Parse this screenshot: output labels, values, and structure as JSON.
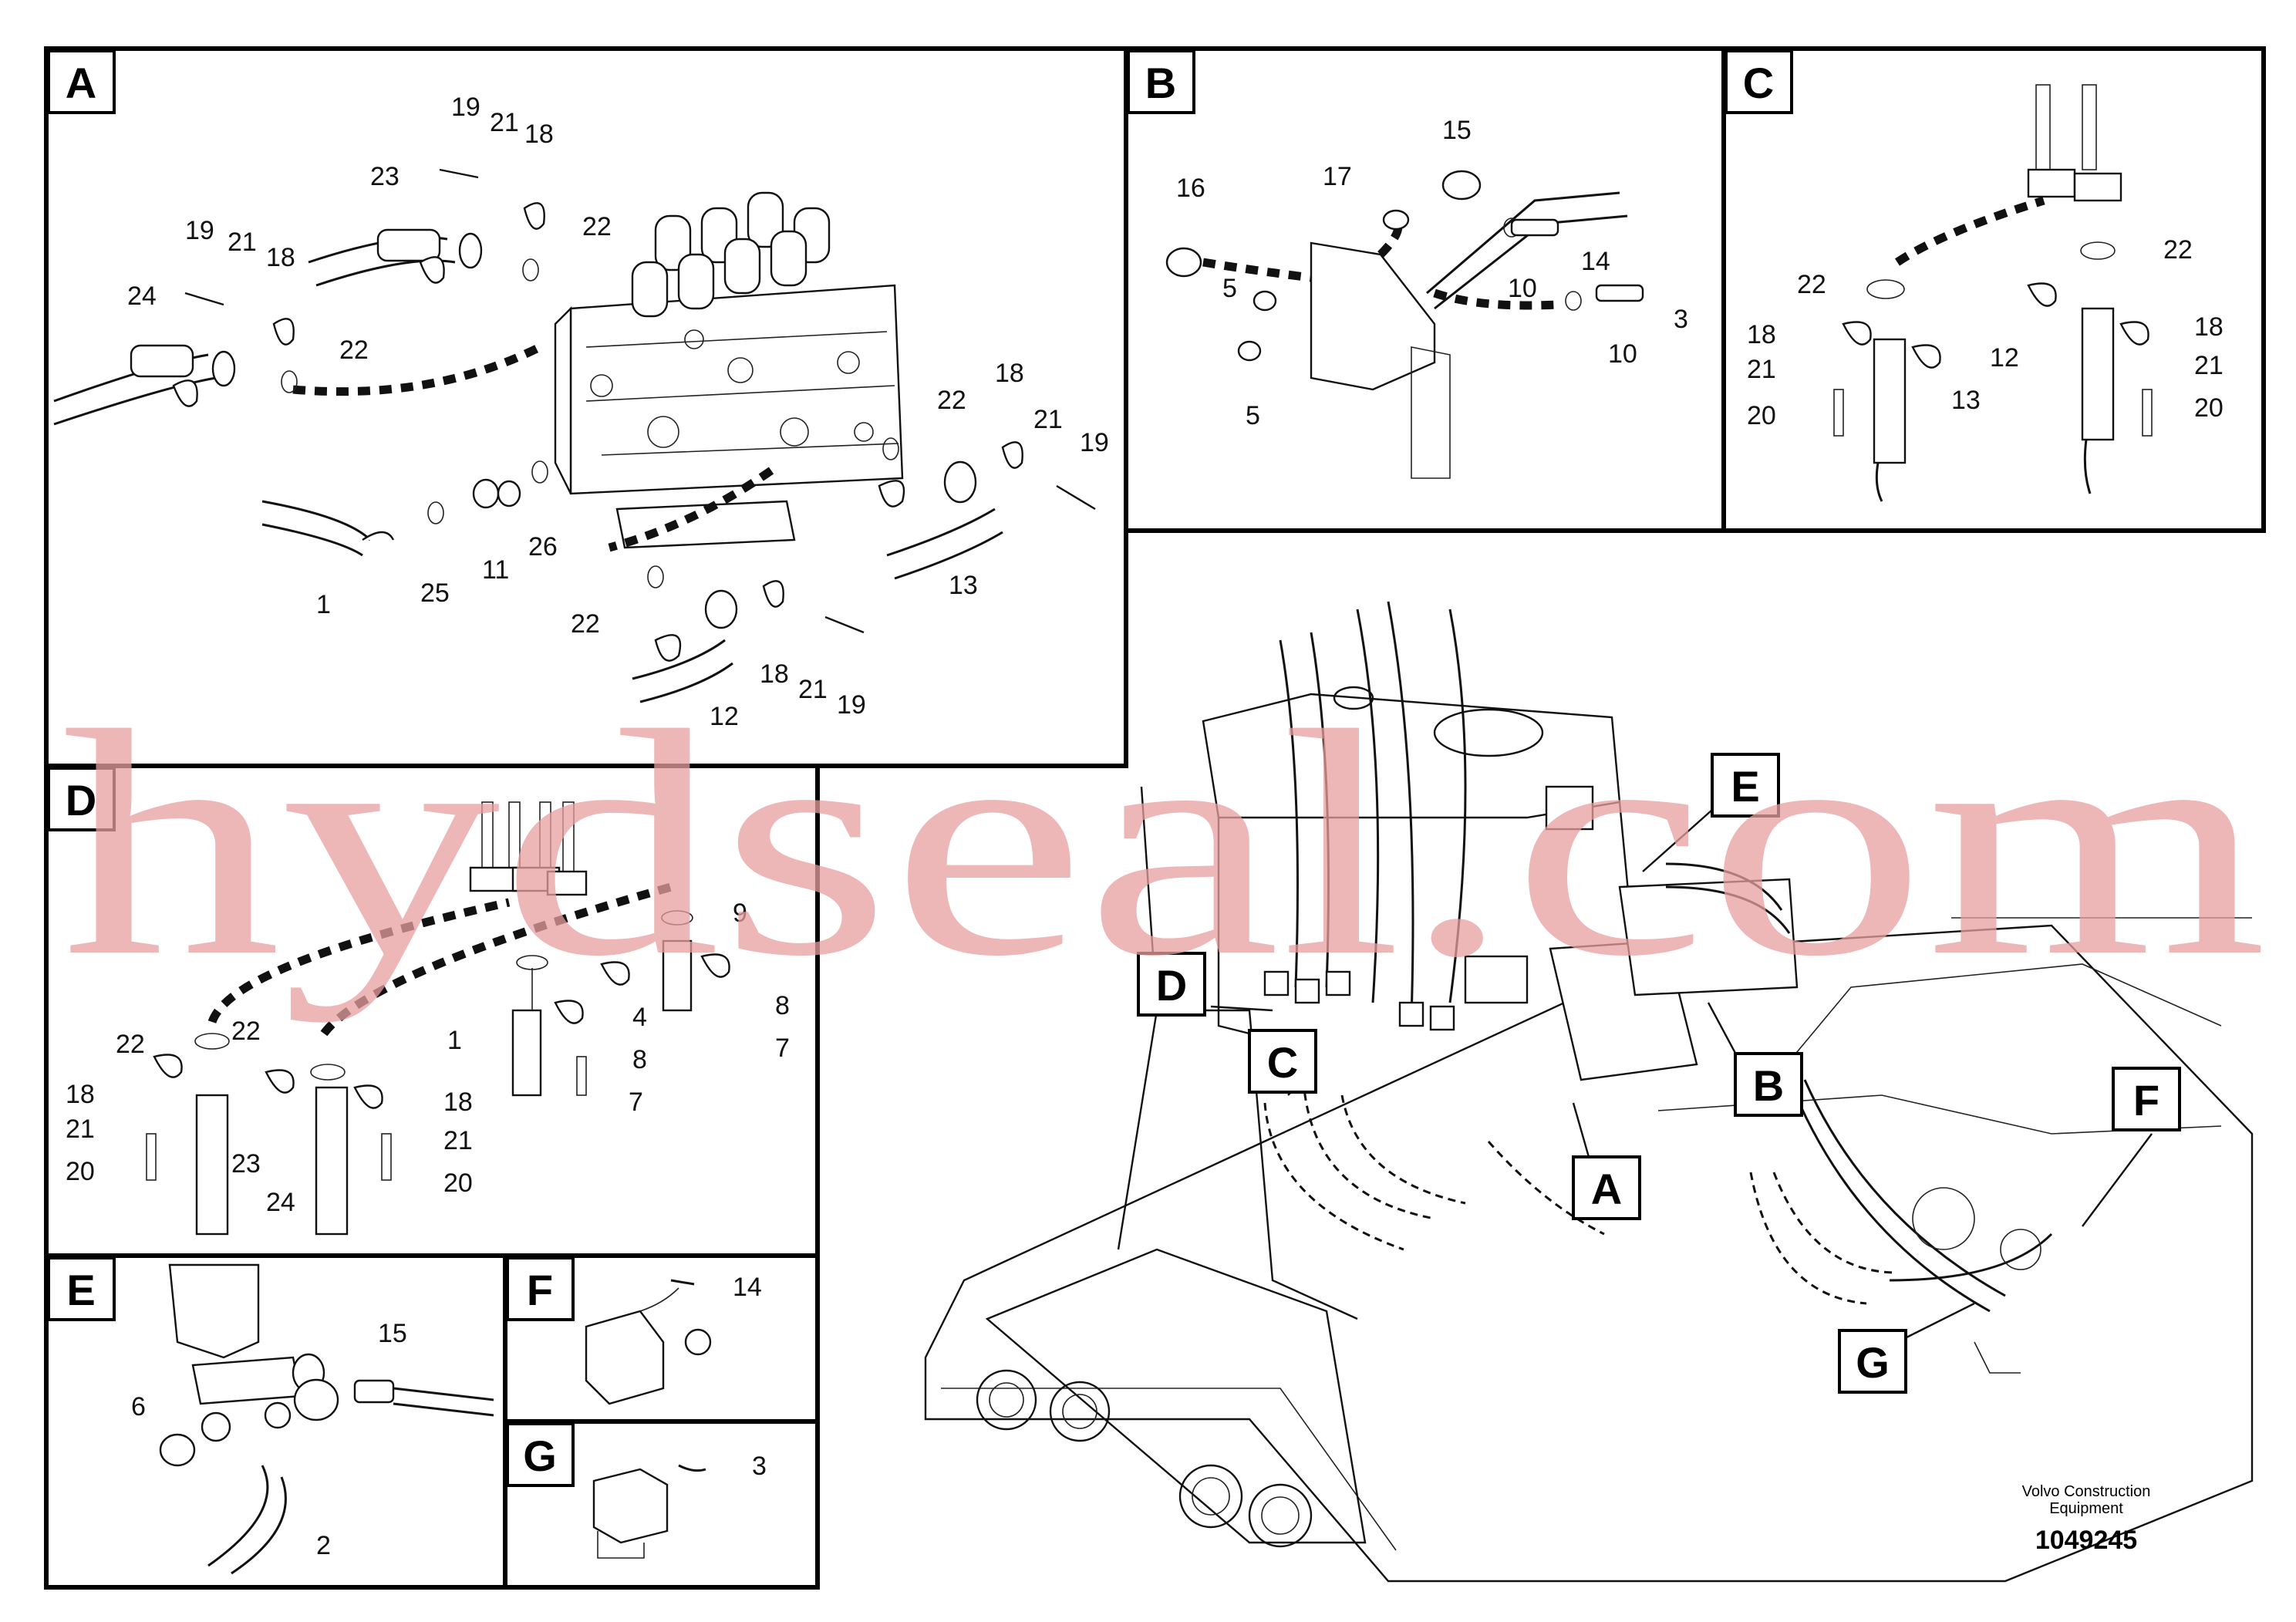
{
  "panels": [
    {
      "id": "A",
      "label": "A"
    },
    {
      "id": "B",
      "label": "B"
    },
    {
      "id": "C",
      "label": "C"
    },
    {
      "id": "D",
      "label": "D"
    },
    {
      "id": "E",
      "label": "E"
    },
    {
      "id": "F",
      "label": "F"
    },
    {
      "id": "G",
      "label": "G"
    }
  ],
  "panel_a": {
    "labels": [
      "19",
      "21",
      "18",
      "23",
      "22",
      "19",
      "21",
      "18",
      "24",
      "22",
      "22",
      "18",
      "21",
      "19",
      "1",
      "25",
      "11",
      "26",
      "13",
      "22",
      "18",
      "21",
      "19",
      "12"
    ]
  },
  "panel_b": {
    "labels": [
      "15",
      "17",
      "16",
      "14",
      "5",
      "10",
      "3",
      "10",
      "5"
    ]
  },
  "panel_c": {
    "labels": [
      "22",
      "22",
      "18",
      "21",
      "20",
      "13",
      "12",
      "18",
      "21",
      "20"
    ]
  },
  "panel_d": {
    "labels": [
      "9",
      "4",
      "8",
      "1",
      "8",
      "7",
      "7",
      "22",
      "22",
      "18",
      "21",
      "20",
      "23",
      "24",
      "18",
      "21",
      "20"
    ]
  },
  "panel_e": {
    "labels": [
      "15",
      "6",
      "2"
    ]
  },
  "panel_f": {
    "labels": [
      "14"
    ]
  },
  "panel_g": {
    "labels": [
      "3"
    ]
  },
  "overview_tags": [
    "E",
    "D",
    "C",
    "B",
    "A",
    "F",
    "G"
  ],
  "caption": {
    "company_line1": "Volvo Construction",
    "company_line2": "Equipment",
    "drawing_number": "1049245"
  },
  "watermark": "hydseal.com"
}
